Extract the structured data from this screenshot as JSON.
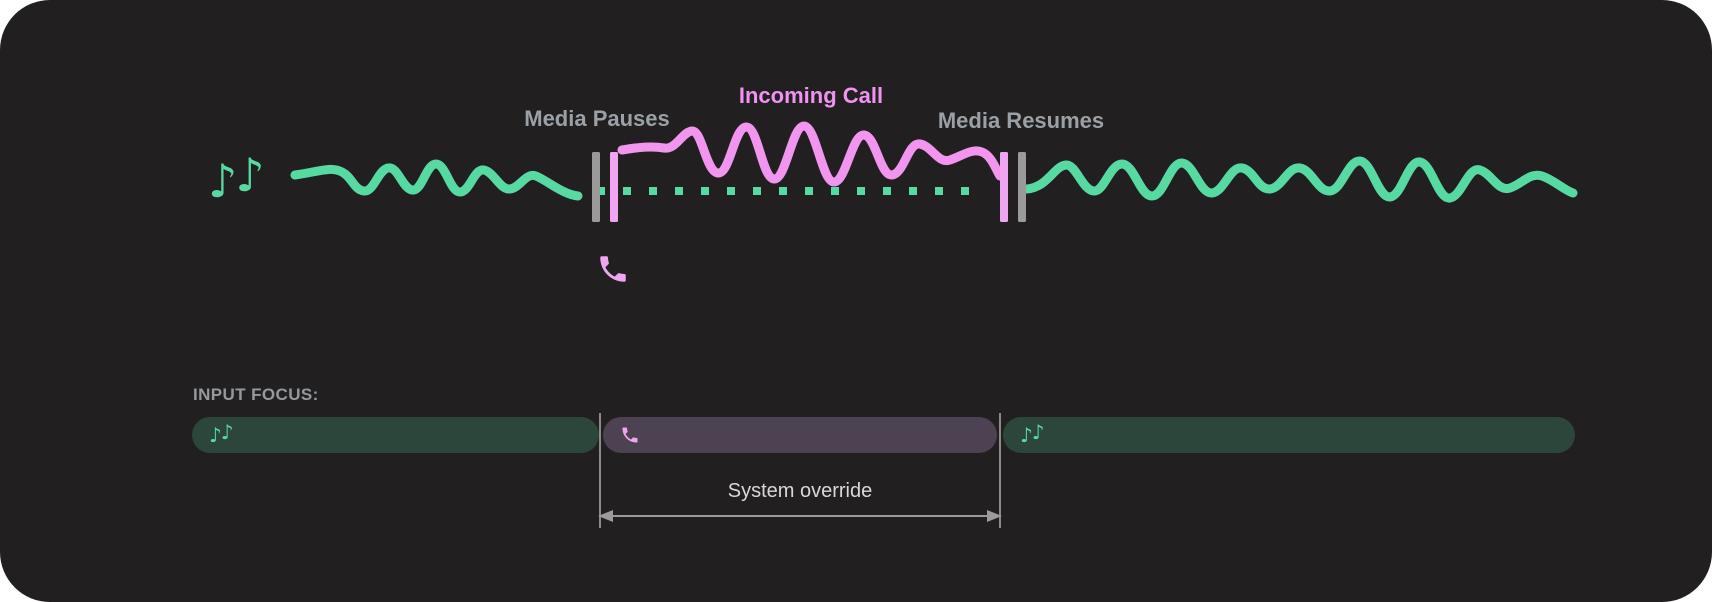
{
  "card": {
    "background": "#221F20"
  },
  "timeline": {
    "media_pauses_label": "Media Pauses",
    "incoming_call_label": "Incoming Call",
    "media_resumes_label": "Media Resumes",
    "music_notes_glyph_1": "♪",
    "music_notes_glyph_2": "♪",
    "colors": {
      "media_wave_green": "#57D9A2",
      "call_wave_pink": "#F195EF",
      "pause_bar_gray": "#9A9A9A",
      "pause_bar_pink": "#F0A5F0",
      "label_gray": "#9AA0A6",
      "incoming_call_pink": "#EE93F0"
    }
  },
  "input_focus": {
    "heading": "INPUT FOCUS:",
    "segments": [
      {
        "id": "media-before",
        "icon": "music-notes-icon",
        "background": "#2C463B"
      },
      {
        "id": "incoming-call",
        "icon": "phone-icon",
        "background": "#4D4252"
      },
      {
        "id": "media-after",
        "icon": "music-notes-icon",
        "background": "#2C463B"
      }
    ],
    "override_label": "System override",
    "annotation_color": "#D8D8D8"
  }
}
